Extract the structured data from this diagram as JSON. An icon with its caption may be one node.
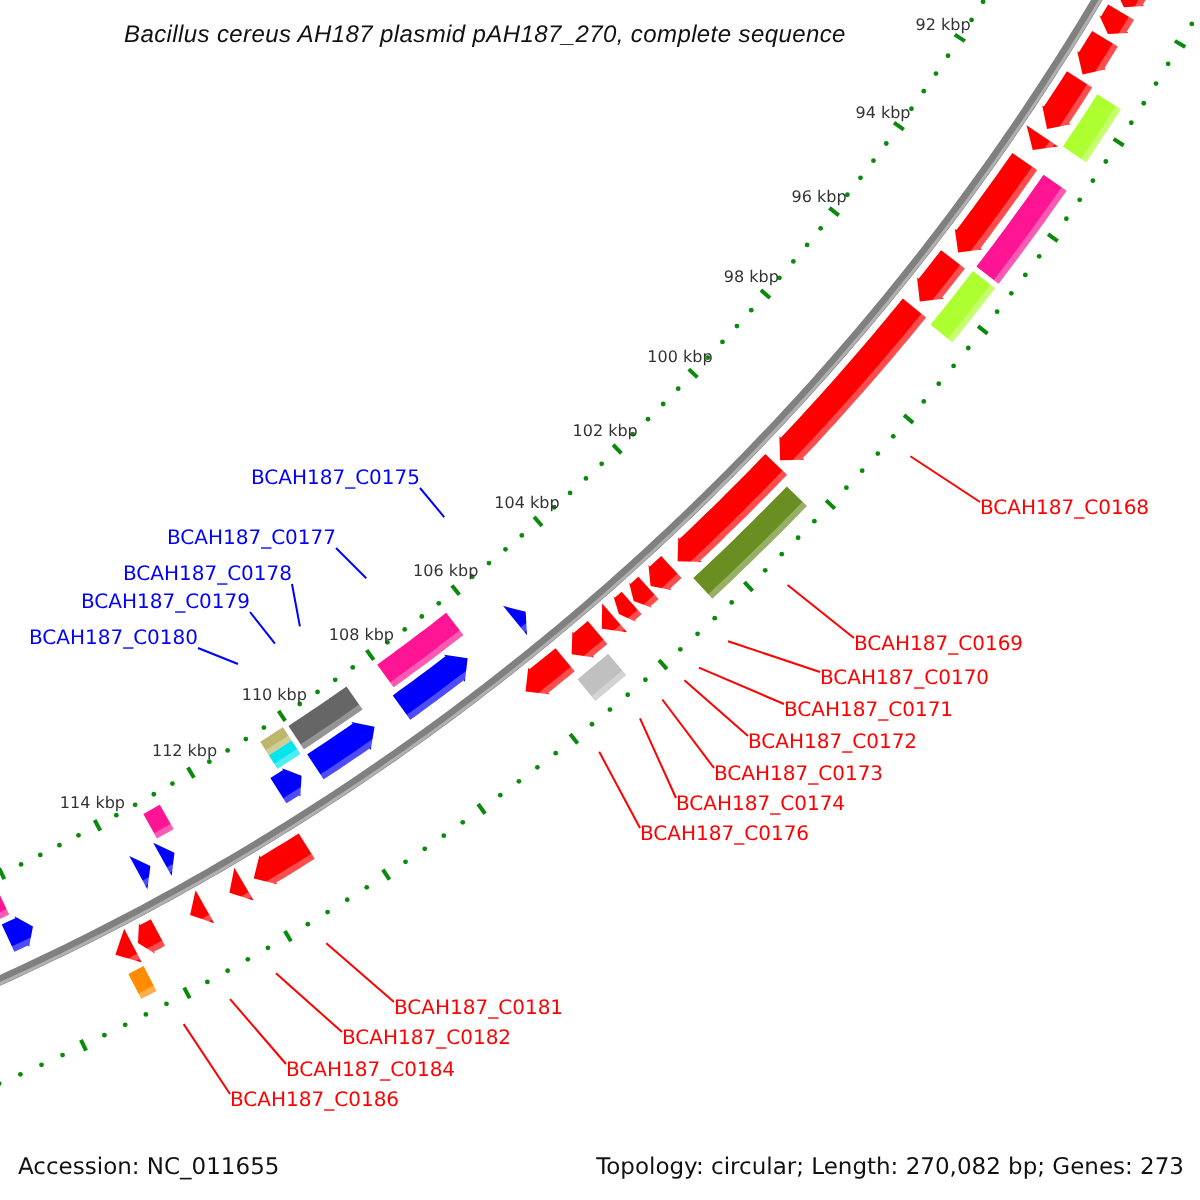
{
  "diagram": {
    "title": "Bacillus cereus AH187 plasmid pAH187_270, complete sequence",
    "nodes": [
      {
        "text": [
          "BCAH187_C0168"
        ]
      },
      {
        "text": [
          "BCAH187_C0169"
        ]
      },
      {
        "text": [
          "BCAH187_C0170"
        ]
      },
      {
        "text": [
          "BCAH187_C0171"
        ]
      },
      {
        "text": [
          "BCAH187_C0172"
        ]
      },
      {
        "text": [
          "BCAH187_C0173"
        ]
      },
      {
        "text": [
          "BCAH187_C0174"
        ]
      },
      {
        "text": [
          "BCAH187_C0175"
        ]
      },
      {
        "text": [
          "BCAH187_C0176"
        ]
      },
      {
        "text": [
          "BCAH187_C0177"
        ]
      },
      {
        "text": [
          "BCAH187_C0178"
        ]
      },
      {
        "text": [
          "BCAH187_C0179"
        ]
      },
      {
        "text": [
          "BCAH187_C0180"
        ]
      },
      {
        "text": [
          "BCAH187_C0181"
        ]
      },
      {
        "text": [
          "BCAH187_C0182"
        ]
      },
      {
        "text": [
          "BCAH187_C0184"
        ]
      },
      {
        "text": [
          "BCAH187_C0186"
        ]
      }
    ],
    "edges": [
      {
        "from": 0,
        "to": null,
        "arrow": "none"
      },
      {
        "from": 1,
        "to": null,
        "arrow": "none"
      },
      {
        "from": 2,
        "to": null,
        "arrow": "none"
      },
      {
        "from": 3,
        "to": null,
        "arrow": "none"
      },
      {
        "from": 4,
        "to": null,
        "arrow": "none"
      },
      {
        "from": 5,
        "to": null,
        "arrow": "none"
      },
      {
        "from": 6,
        "to": null,
        "arrow": "none"
      },
      {
        "from": 7,
        "to": null,
        "arrow": "none",
        "color": "#0000ff"
      },
      {
        "from": 8,
        "to": null,
        "arrow": "none"
      },
      {
        "from": 9,
        "to": null,
        "arrow": "none",
        "color": "#0000ff"
      },
      {
        "from": 10,
        "to": null,
        "arrow": "none",
        "color": "#0000ff"
      },
      {
        "from": 11,
        "to": null,
        "arrow": "none",
        "color": "#0000ff"
      },
      {
        "from": 12,
        "to": null,
        "arrow": "none",
        "color": "#0000ff"
      },
      {
        "from": 13,
        "to": null,
        "arrow": "none"
      },
      {
        "from": 14,
        "to": null,
        "arrow": "none"
      },
      {
        "from": 15,
        "to": null,
        "arrow": "none"
      },
      {
        "from": 16,
        "to": null,
        "arrow": "none"
      }
    ],
    "labels": [
      "92 kbp",
      "94 kbp",
      "96 kbp",
      "98 kbp",
      "100 kbp",
      "102 kbp",
      "104 kbp",
      "106 kbp",
      "108 kbp",
      "110 kbp",
      "112 kbp",
      "114 kbp",
      "Accession: NC_011655",
      "Topology: circular; Length: 270,082 bp; Genes: 273"
    ]
  }
}
